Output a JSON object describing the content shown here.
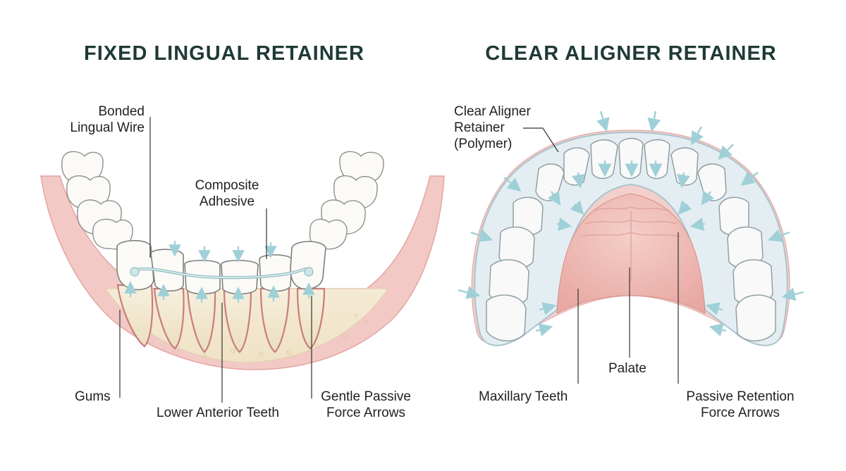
{
  "left_panel": {
    "title": "FIXED LINGUAL RETAINER",
    "labels": {
      "bonded_wire": [
        "Bonded",
        "Lingual Wire"
      ],
      "composite": [
        "Composite",
        "Adhesive"
      ],
      "gums": "Gums",
      "lower_teeth": "Lower Anterior Teeth",
      "force_arrows": [
        "Gentle Passive",
        "Force Arrows"
      ]
    }
  },
  "right_panel": {
    "title": "CLEAR ALIGNER RETAINER",
    "labels": {
      "aligner": [
        "Clear Aligner",
        "Retainer",
        "(Polymer)"
      ],
      "palate": "Palate",
      "maxillary_teeth": "Maxillary Teeth",
      "retention_arrows": [
        "Passive Retention",
        "Force Arrows"
      ]
    }
  },
  "colors": {
    "title": "#1f3a36",
    "gum": "#f0c3c0",
    "tooth": "#fbfaf6",
    "wire": "#8fbcc0",
    "arrow": "#a8d6dc",
    "aligner": "#dde9ee"
  }
}
